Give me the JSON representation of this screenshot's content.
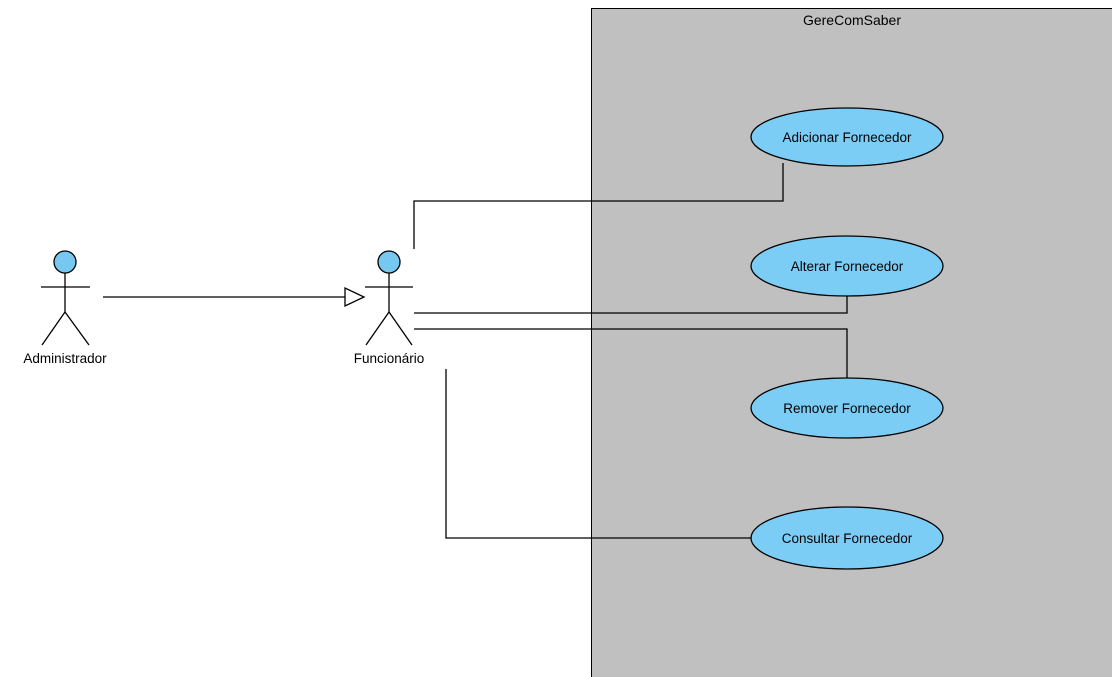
{
  "system": {
    "name": "GereComSaber",
    "fill": "#c0c0c0"
  },
  "actors": {
    "admin": {
      "name": "Administrador"
    },
    "employee": {
      "name": "Funcionário"
    },
    "head_color": "#77c8f0"
  },
  "use_cases": {
    "add": {
      "label": "Adicionar Fornecedor"
    },
    "edit": {
      "label": "Alterar Fornecedor"
    },
    "remove": {
      "label": "Remover Fornecedor"
    },
    "query": {
      "label": "Consultar Fornecedor"
    },
    "fill": "#7ccdf5"
  }
}
